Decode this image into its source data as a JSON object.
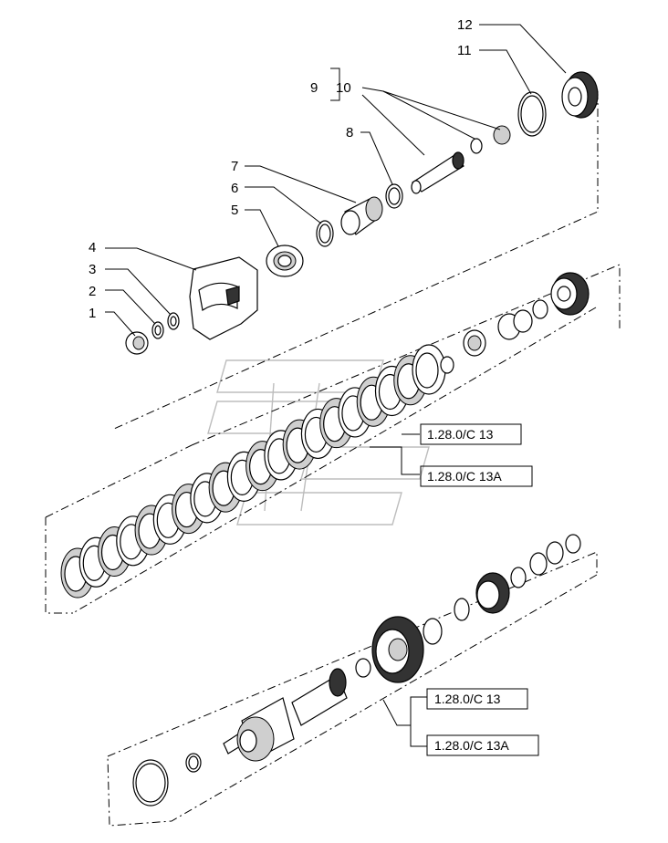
{
  "callouts": [
    "1",
    "2",
    "3",
    "4",
    "5",
    "6",
    "7",
    "8",
    "9",
    "10",
    "11",
    "12"
  ],
  "references": {
    "group_a": [
      "1.28.0/C 13",
      "1.28.0/C 13A"
    ],
    "group_b": [
      "1.28.0/C 13",
      "1.28.0/C 13A"
    ]
  },
  "colors": {
    "ink": "#000000",
    "paper": "#ffffff",
    "watermark": "#bdbdbd"
  },
  "watermark_icon": "stylized-logo-watermark"
}
